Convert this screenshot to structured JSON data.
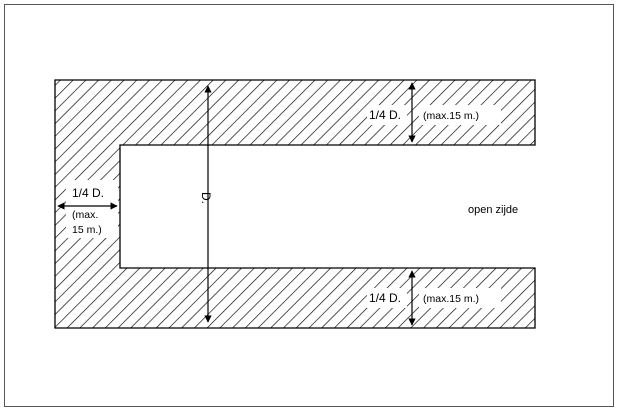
{
  "diagram": {
    "colors": {
      "line": "#000000",
      "background": "#ffffff",
      "frame": "#555555"
    },
    "top_band": {
      "fraction_label": "1/4 D.",
      "max_label": "(max.15 m.)"
    },
    "bottom_band": {
      "fraction_label": "1/4 D.",
      "max_label": "(max.15 m.)"
    },
    "left_band": {
      "fraction_label": "1/4 D.",
      "max_line1": "(max.",
      "max_line2": "15 m.)"
    },
    "depth_label": "D.",
    "open_side_label": "open zijde"
  }
}
